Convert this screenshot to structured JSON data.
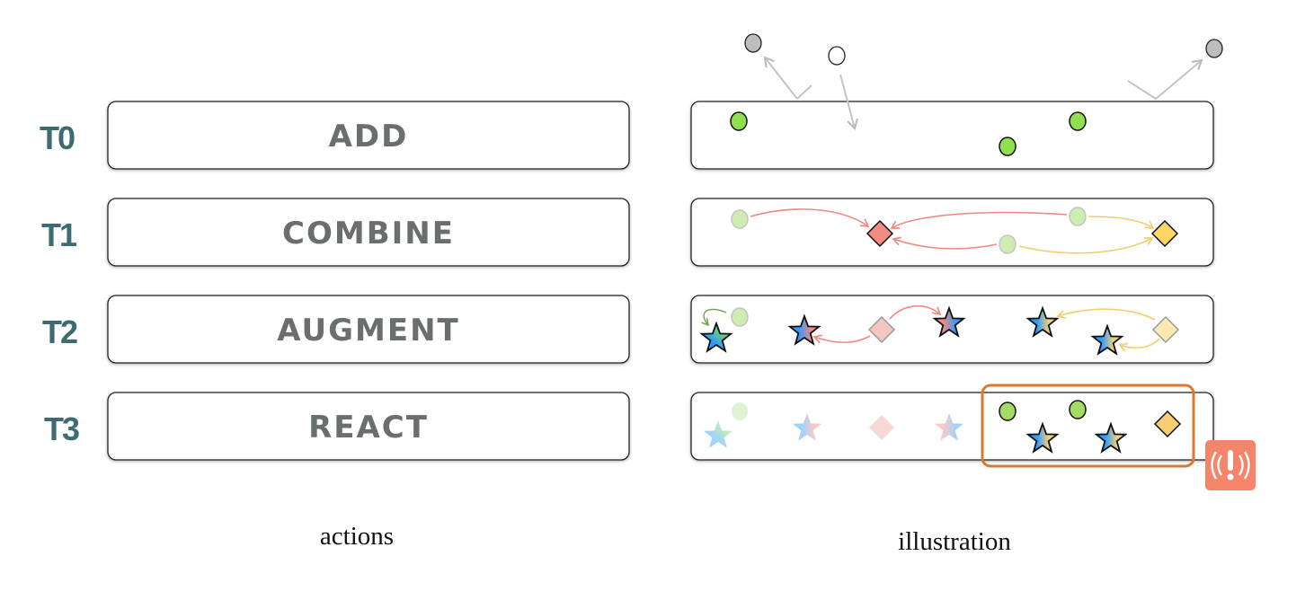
{
  "rows": [
    {
      "step": "T0",
      "action": "ADD"
    },
    {
      "step": "T1",
      "action": "COMBINE"
    },
    {
      "step": "T2",
      "action": "AUGMENT"
    },
    {
      "step": "T3",
      "action": "REACT"
    }
  ],
  "captions": {
    "actions": "actions",
    "illustration": "illustration"
  },
  "colors": {
    "step_label": "#3d6b73",
    "action_text": "#6b6e6e",
    "green": "#8fe04f",
    "red": "#f28b82",
    "yellow": "#ffd666",
    "blue": "#2e9bff",
    "highlight": "#d9782f",
    "alert": "#f4846a"
  },
  "icons": {
    "alert": "alert-broadcast-icon"
  }
}
